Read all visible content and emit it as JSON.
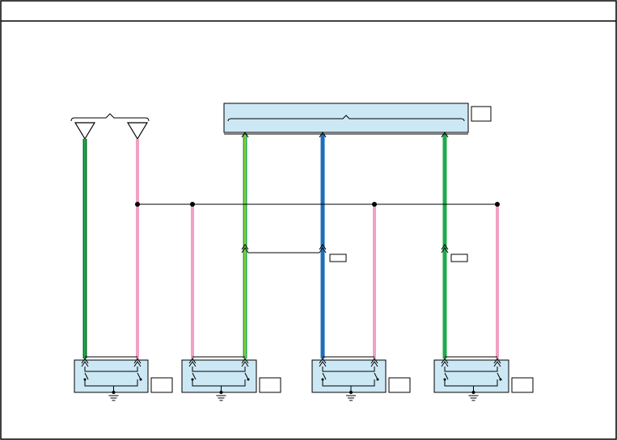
{
  "diagram": {
    "header_title": "",
    "colors": {
      "frame": "#000000",
      "box_fill": "#cce8f4",
      "pink": "#f2a0c4",
      "green": "#1faa4b",
      "dark_green": "#0c6b2c",
      "yellow_green": "#9acd32",
      "blue": "#1c6fb8",
      "wire_black": "#000000"
    },
    "wire_colors": {
      "wire_a": "green-black",
      "wire_b": "pink",
      "wire_c": "green-yellow",
      "wire_d": "blue",
      "wire_e": "green"
    },
    "top_connector_label": "",
    "connector_tag_labels": [
      "",
      "",
      ""
    ],
    "switch_box_labels": [
      "",
      "",
      "",
      ""
    ]
  }
}
